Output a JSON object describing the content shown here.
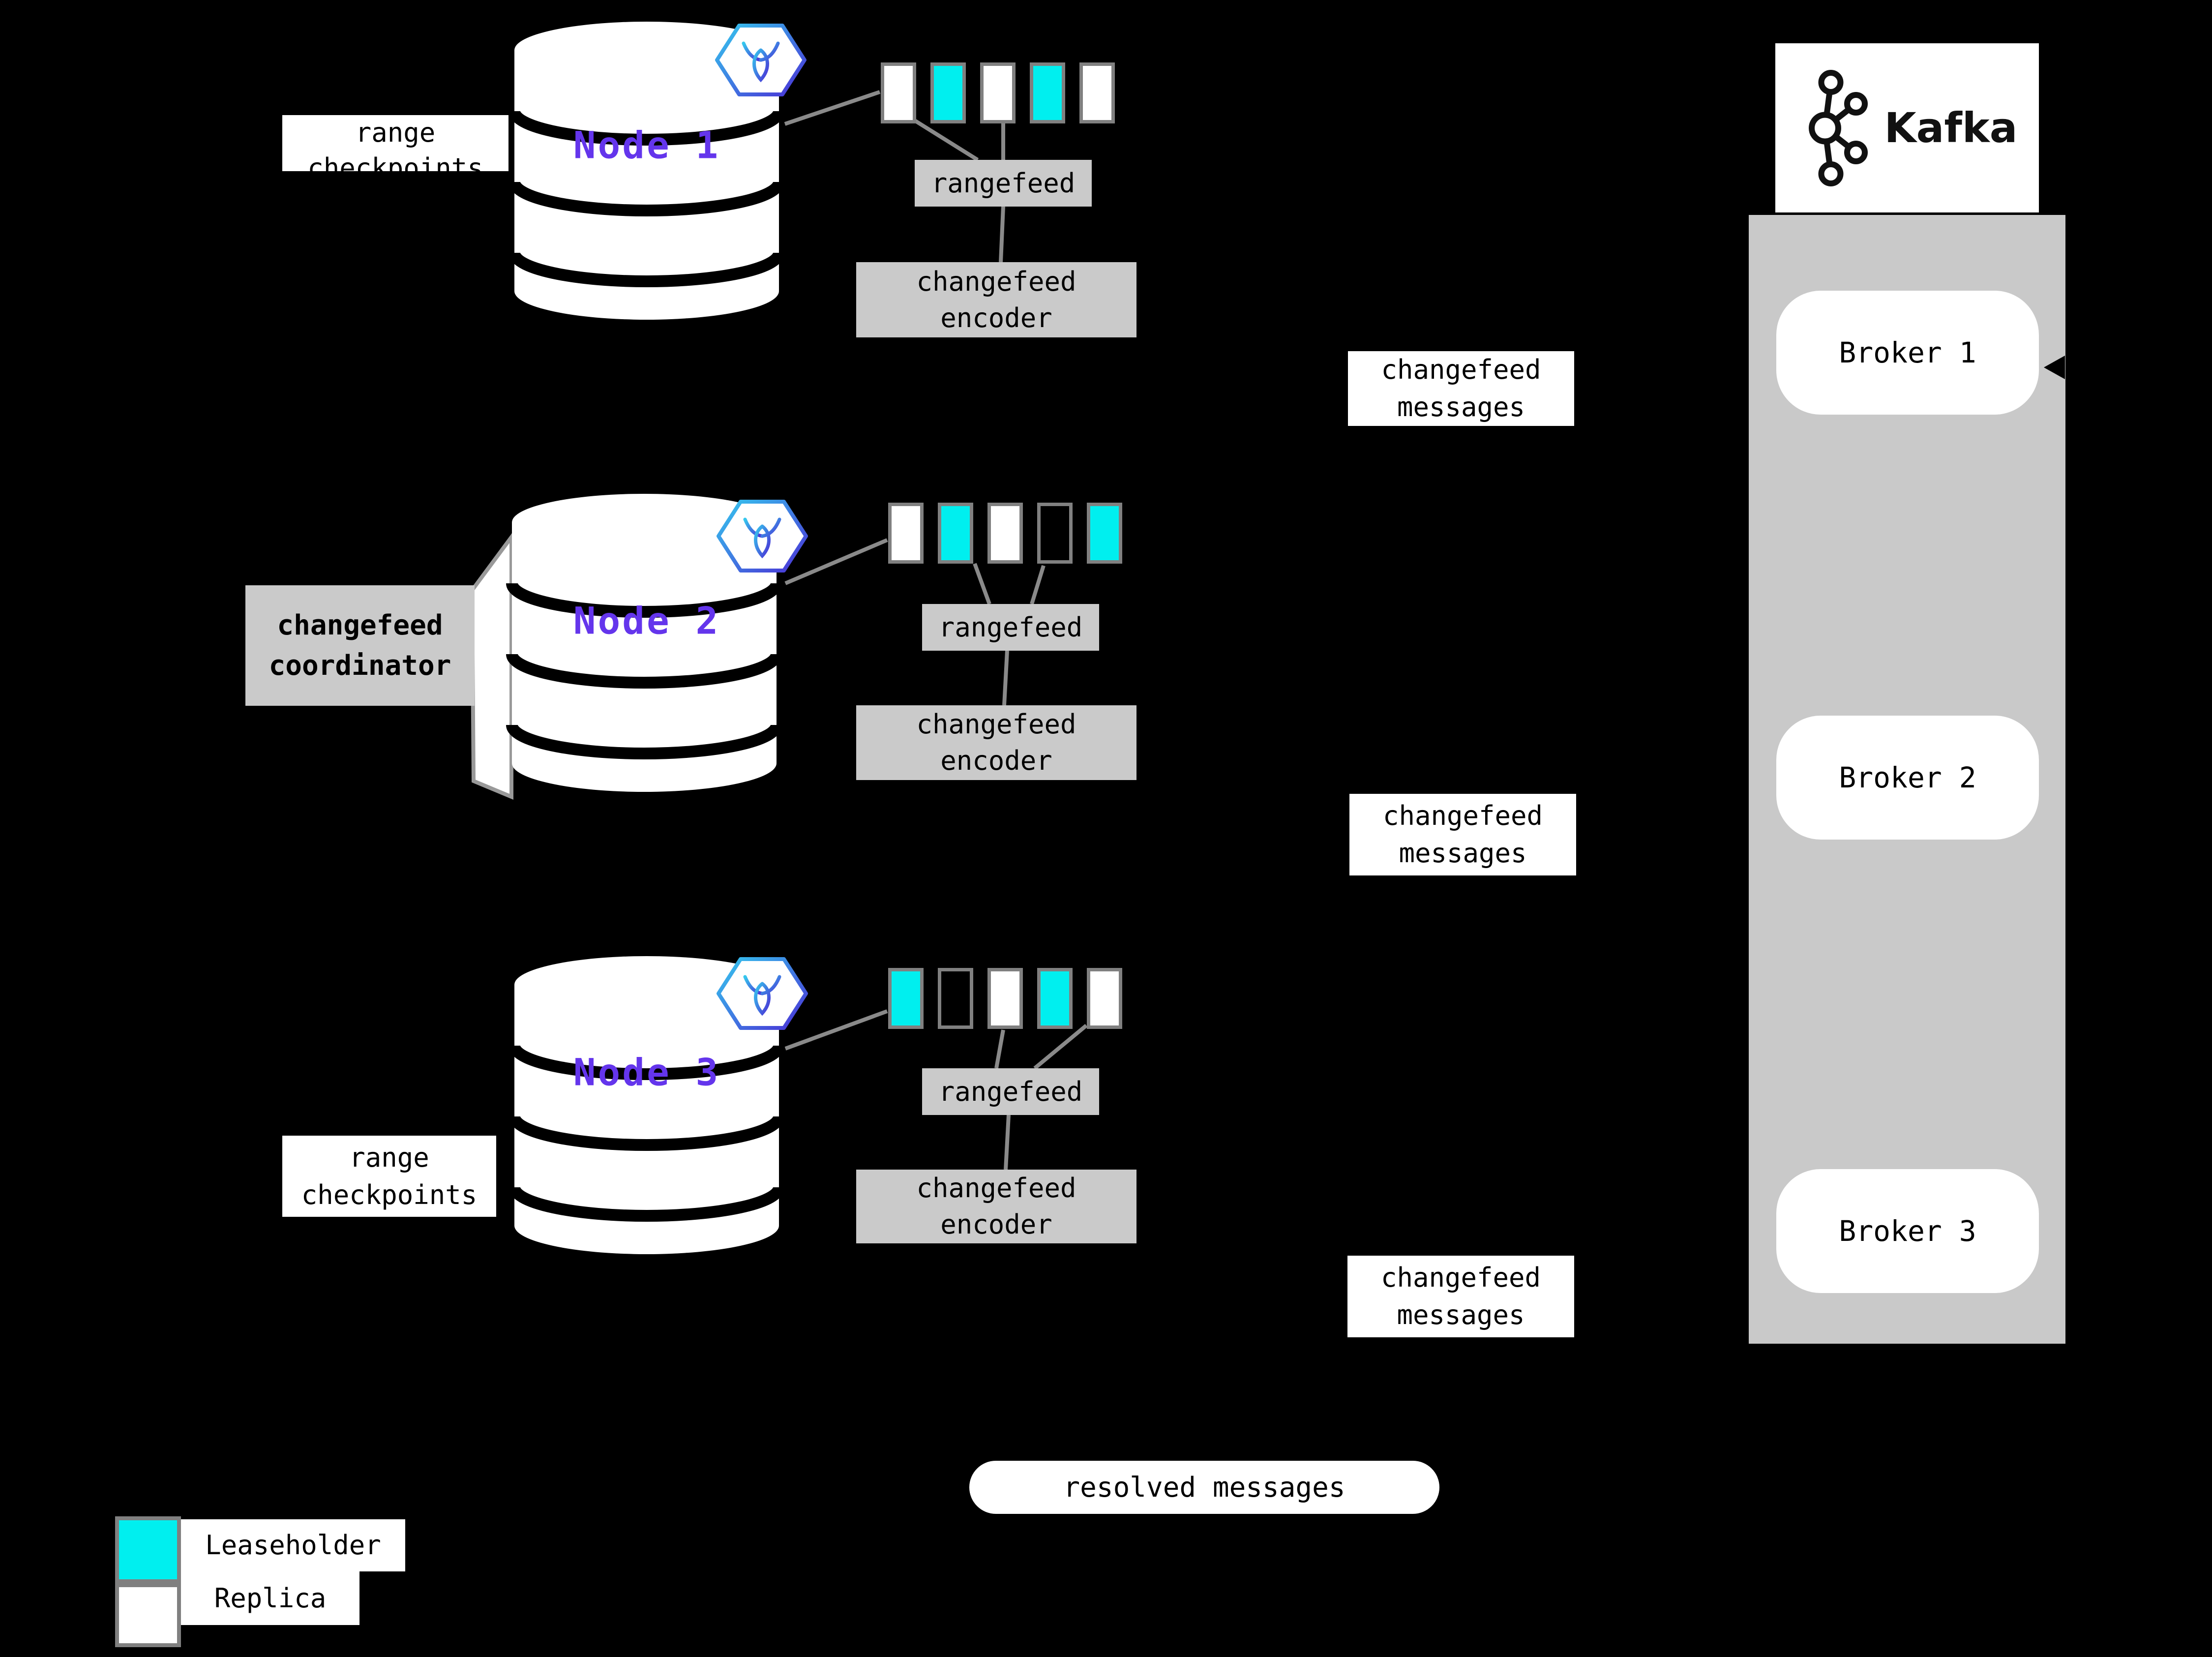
{
  "colors": {
    "leaseholder": "#00efef",
    "replica": "#ffffff",
    "panel": "#c9c9c9",
    "boxgray": "#cacaca",
    "purple": "#6435ec",
    "line": "#8a8a8a",
    "border": "#808080",
    "background": "#000000"
  },
  "nodes": [
    {
      "label": "Node 1",
      "ranges": [
        "replica",
        "leaseholder",
        "replica",
        "leaseholder",
        "replica"
      ],
      "rangefeed_label": "rangefeed",
      "encoder_label": "changefeed encoder"
    },
    {
      "label": "Node 2",
      "ranges": [
        "replica",
        "leaseholder",
        "replica",
        "empty",
        "leaseholder"
      ],
      "rangefeed_label": "rangefeed",
      "encoder_label": "changefeed encoder"
    },
    {
      "label": "Node 3",
      "ranges": [
        "leaseholder",
        "empty",
        "replica",
        "leaseholder",
        "replica"
      ],
      "rangefeed_label": "rangefeed",
      "encoder_label": "changefeed encoder"
    }
  ],
  "labels": {
    "range_checkpoints_top": "range checkpoints",
    "range_checkpoints_bottom": "range checkpoints",
    "changefeed_coordinator": "changefeed coordinator",
    "changefeed_messages": "changefeed messages",
    "resolved_messages": "resolved messages"
  },
  "kafka": {
    "title": "Kafka",
    "brokers": [
      "Broker 1",
      "Broker 2",
      "Broker 3"
    ]
  },
  "legend": [
    {
      "swatch": "leaseholder",
      "label": "Leaseholder"
    },
    {
      "swatch": "replica",
      "label": "Replica"
    }
  ],
  "icons": {
    "cockroachdb_badge": "cockroachdb-logo",
    "kafka_logo": "kafka-logo"
  }
}
